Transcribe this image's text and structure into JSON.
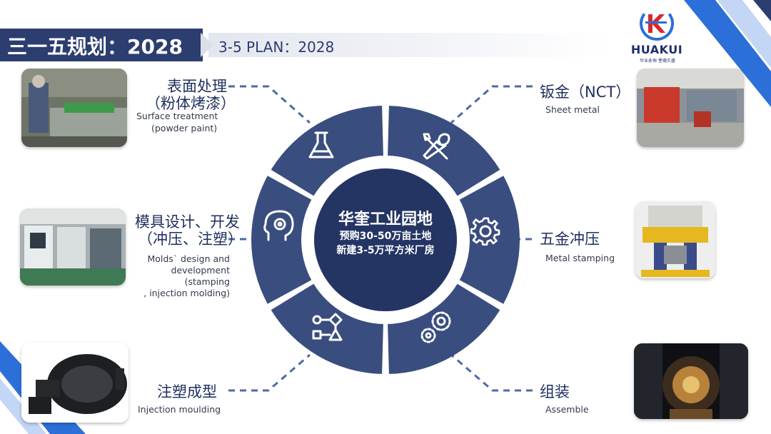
{
  "header": {
    "title": "三一五规划：2028",
    "subtitle": "3-5 PLAN：2028"
  },
  "logo": {
    "name": "HUAKUI",
    "tagline": "华业永恒 奎德久盛"
  },
  "center": {
    "title": "华奎工业园地",
    "line1": "预购30-50万亩土地",
    "line2": "新建3-5万平方米厂房"
  },
  "segments": {
    "surface": {
      "zh1": "表面处理",
      "zh2": "（粉体烤漆）",
      "en1": "Surface treatment",
      "en2": "(powder paint)",
      "icon": "flask-icon"
    },
    "sheet": {
      "zh1": "钣金（NCT）",
      "en1": "Sheet metal",
      "icon": "tools-icon"
    },
    "molds": {
      "zh1": "模具设计、开发",
      "zh2": "（冲压、注塑）",
      "en1": "Molds` design and",
      "en2": "development",
      "en3": "(stamping",
      "en4": ", injection molding)",
      "icon": "head-gear-icon"
    },
    "stamping": {
      "zh1": "五金冲压",
      "en1": "Metal stamping",
      "icon": "gear-icon"
    },
    "injection": {
      "zh1": "注塑成型",
      "en1": "Injection moulding",
      "icon": "flowchart-icon"
    },
    "assemble": {
      "zh1": "组装",
      "en1": "Assemble",
      "icon": "gears-icon"
    }
  },
  "colors": {
    "primary": "#2c3d70",
    "ring": "#3a4d7f",
    "center": "#243564",
    "accent_blue": "#2d6fd8",
    "logo_red": "#d7282f"
  }
}
